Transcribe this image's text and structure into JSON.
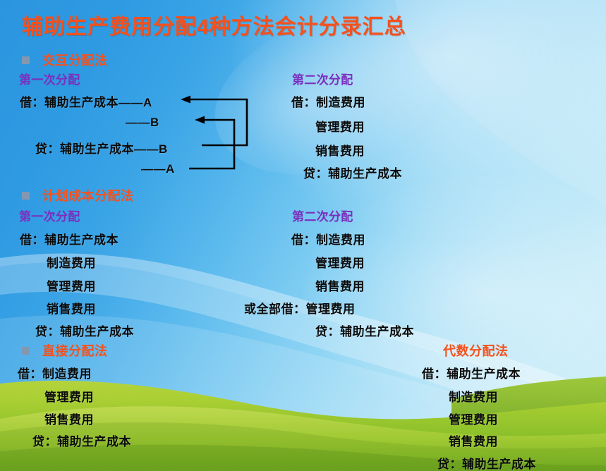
{
  "slide": {
    "title": "辅助生产费用分配4种方法会计分录汇总",
    "title_color": "#f4511e",
    "heading_color": "#f4511e",
    "subheading_color": "#7b2fbe",
    "body_color": "#0b0b0b",
    "bullet_color": "#8497b0",
    "background_top_color": "#2b96df",
    "background_bottom_color": "#d3f0fa",
    "grass_color": "#8cc63f"
  },
  "sections": [
    {
      "bullet_icon": "square-bullet-icon",
      "heading": "交互分配法",
      "left": {
        "subheading": "第一次分配",
        "lines": [
          "借：辅助生产成本——A",
          "——B",
          "贷：辅助生产成本——B",
          "——A"
        ]
      },
      "right": {
        "subheading": "第二次分配",
        "lines": [
          "借：制造费用",
          "管理费用",
          "销售费用",
          "贷：辅助生产成本"
        ]
      }
    },
    {
      "bullet_icon": "square-bullet-icon",
      "heading": "计划成本分配法",
      "left": {
        "subheading": "第一次分配",
        "lines": [
          "借：辅助生产成本",
          "制造费用",
          "管理费用",
          "销售费用",
          "贷：辅助生产成本"
        ]
      },
      "right": {
        "subheading": "第二次分配",
        "lines": [
          "借：制造费用",
          "管理费用",
          "销售费用",
          "或全部借：管理费用",
          "贷：辅助生产成本"
        ]
      }
    },
    {
      "bullet_icon": "square-bullet-icon",
      "heading": "直接分配法",
      "left": {
        "subheading": "",
        "lines": [
          "借：制造费用",
          "管理费用",
          "销售费用",
          "贷：辅助生产成本"
        ]
      },
      "right": {
        "subheading": "",
        "heading": "代数分配法",
        "lines": [
          "借：辅助生产成本",
          "制造费用",
          "管理费用",
          "销售费用",
          "贷：辅助生产成本"
        ]
      }
    }
  ],
  "section3_right_heading": "代数分配法",
  "arrows": {
    "arrow1_label": "B-to-A-feedback-arrow",
    "arrow2_label": "A-to-B-feedback-arrow"
  }
}
